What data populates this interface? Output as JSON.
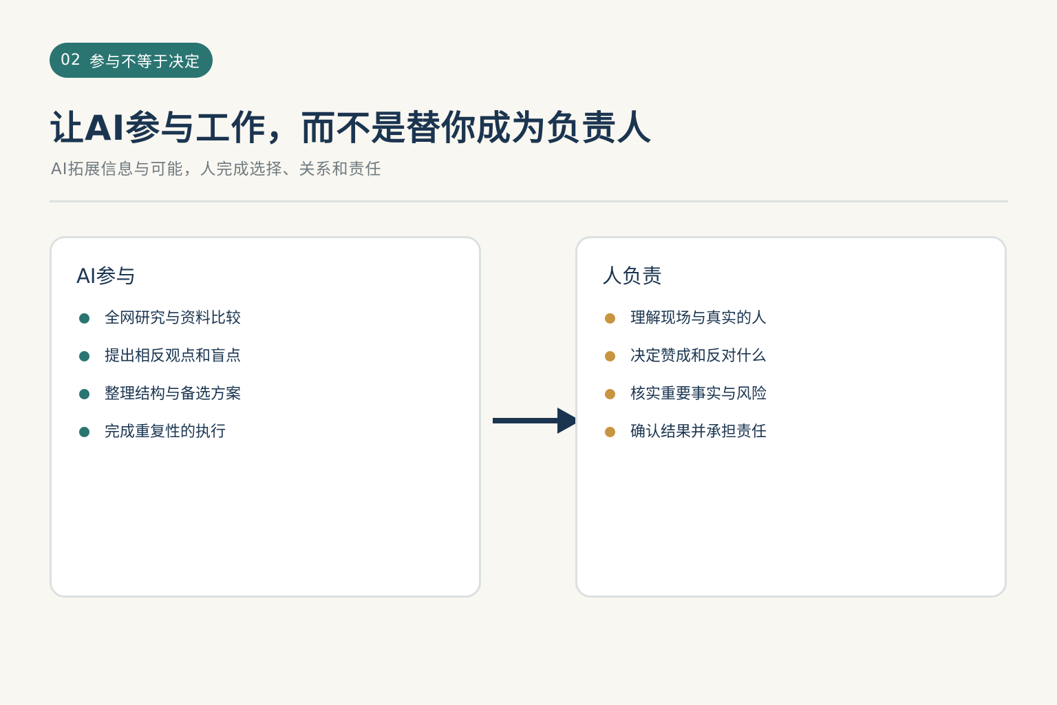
{
  "badge": {
    "number": "02",
    "label": "参与不等于决定"
  },
  "title": "让AI参与工作，而不是替你成为负责人",
  "subtitle": "AI拓展信息与可能，人完成选择、关系和责任",
  "colors": {
    "background": "#f9f7f1",
    "primary": "#1b3550",
    "teal": "#2a7572",
    "gold": "#c8943f",
    "muted": "#6f7a80"
  },
  "left_card": {
    "title": "AI参与",
    "items": [
      "全网研究与资料比较",
      "提出相反观点和盲点",
      "整理结构与备选方案",
      "完成重复性的执行"
    ]
  },
  "right_card": {
    "title": "人负责",
    "items": [
      "理解现场与真实的人",
      "决定赞成和反对什么",
      "核实重要事实与风险",
      "确认结果并承担责任"
    ]
  },
  "connector": {
    "icon": "arrow-right-icon"
  }
}
